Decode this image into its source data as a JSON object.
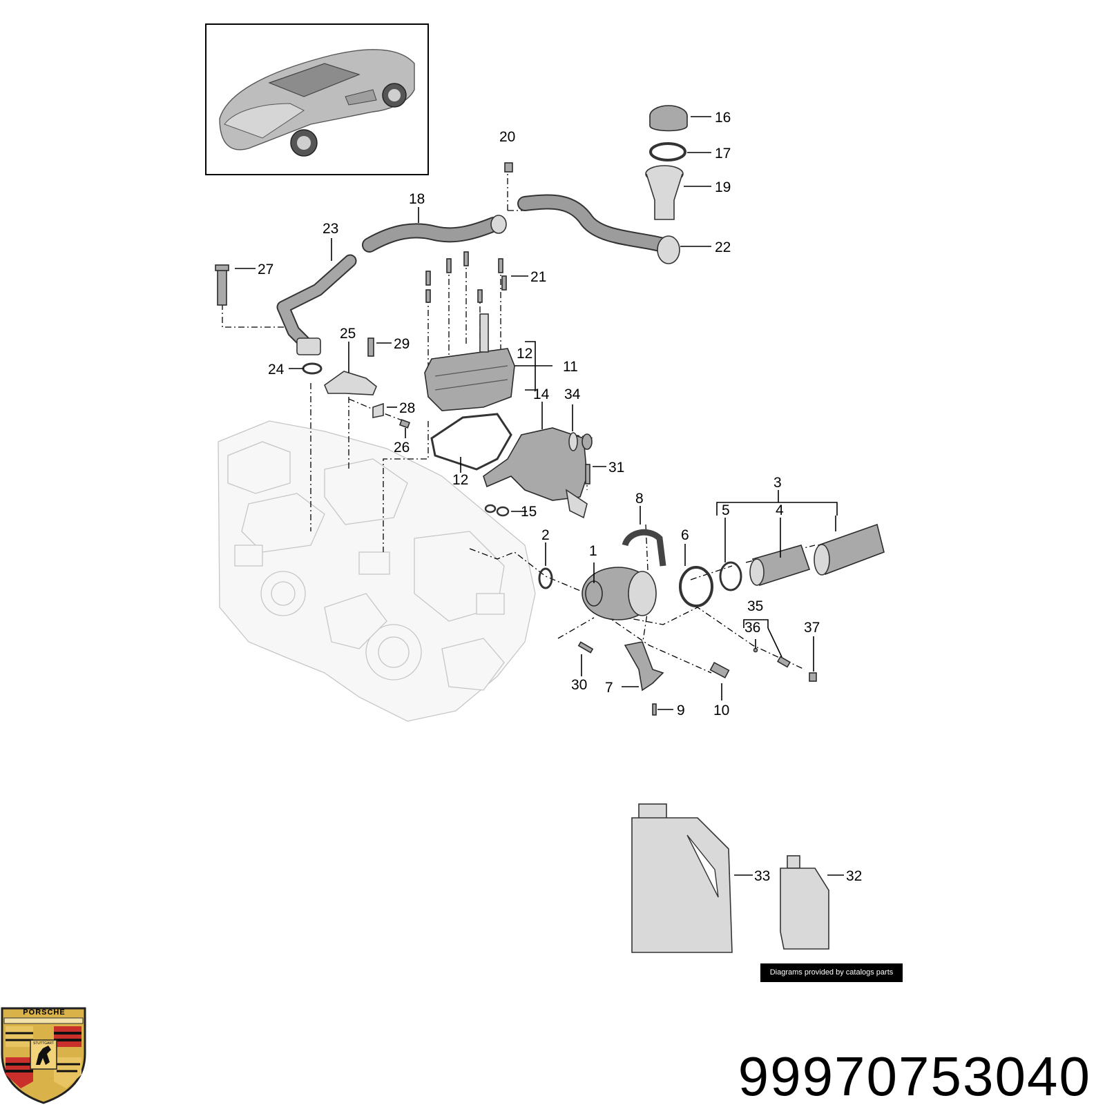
{
  "diagram": {
    "callouts": [
      "1",
      "2",
      "3",
      "4",
      "5",
      "6",
      "7",
      "8",
      "9",
      "10",
      "11",
      "12",
      "12",
      "14",
      "15",
      "16",
      "17",
      "18",
      "19",
      "20",
      "21",
      "22",
      "23",
      "24",
      "25",
      "26",
      "27",
      "28",
      "29",
      "30",
      "31",
      "32",
      "33",
      "34",
      "35",
      "36",
      "37"
    ]
  },
  "credit": "Diagrams provided by catalogs parts",
  "part_number": "99970753040",
  "logo": {
    "brand": "PORSCHE",
    "city": "STUTTGART"
  }
}
